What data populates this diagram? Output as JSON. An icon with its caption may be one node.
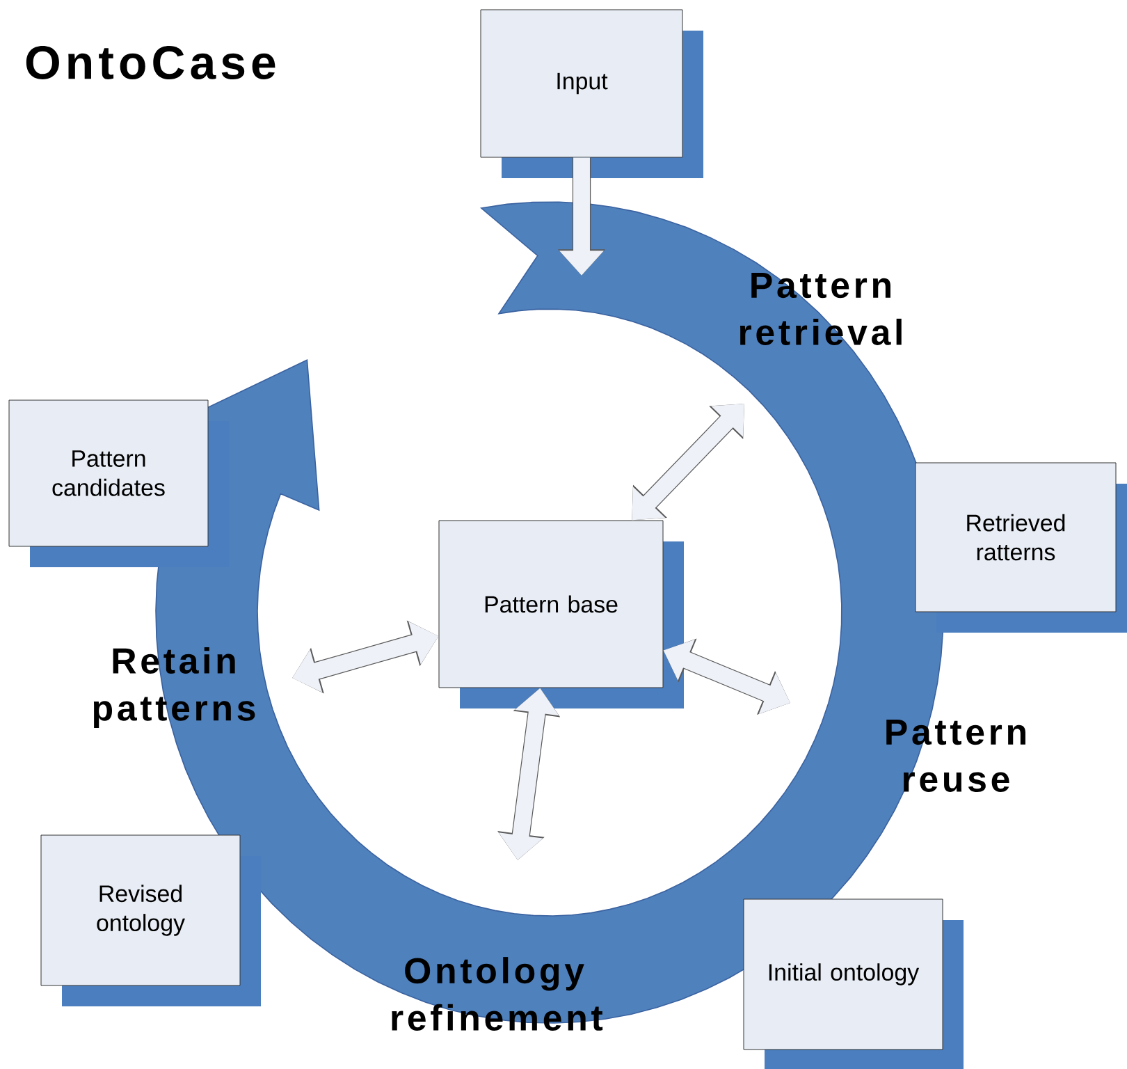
{
  "diagram": {
    "title": "OntoCase",
    "nodes": [
      {
        "text": [
          "Input"
        ]
      },
      {
        "text": [
          "Pattern retrieval"
        ]
      },
      {
        "text": [
          "Pattern candidates"
        ]
      },
      {
        "text": [
          "Retrieved ratterns"
        ]
      },
      {
        "text": [
          "Pattern base"
        ]
      },
      {
        "text": [
          "Retain patterns"
        ]
      },
      {
        "text": [
          "Pattern reuse"
        ]
      },
      {
        "text": [
          "Revised ontology"
        ]
      },
      {
        "text": [
          "Ontology refinement"
        ]
      },
      {
        "text": [
          "Initial ontology"
        ]
      }
    ],
    "edges": [
      {
        "from": 0,
        "to": null,
        "arrow": "to"
      },
      {
        "from": 4,
        "to": null,
        "arrow": "both"
      },
      {
        "from": 4,
        "to": null,
        "arrow": "both"
      },
      {
        "from": 4,
        "to": null,
        "arrow": "both"
      },
      {
        "from": 4,
        "to": null,
        "arrow": "both"
      }
    ]
  }
}
